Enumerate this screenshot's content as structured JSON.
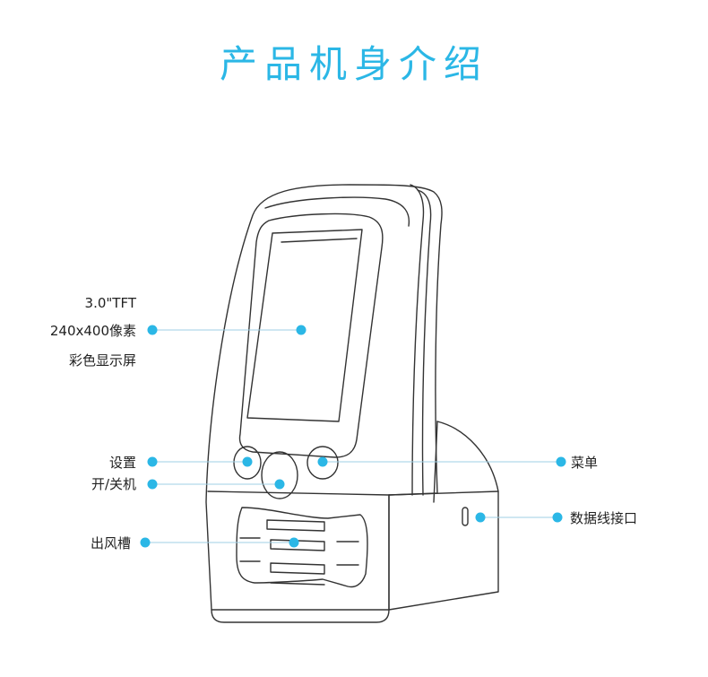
{
  "title": "产品机身介绍",
  "accent_color": "#2bb7e6",
  "callouts": {
    "screen": {
      "lines": [
        "3.0\"TFT",
        "240x400像素",
        "彩色显示屏"
      ]
    },
    "settings": {
      "label": "设置"
    },
    "power": {
      "label": "开/关机"
    },
    "air_outlet": {
      "label": "出风槽"
    },
    "menu": {
      "label": "菜单"
    },
    "data_port": {
      "label": "数据线接口"
    }
  }
}
